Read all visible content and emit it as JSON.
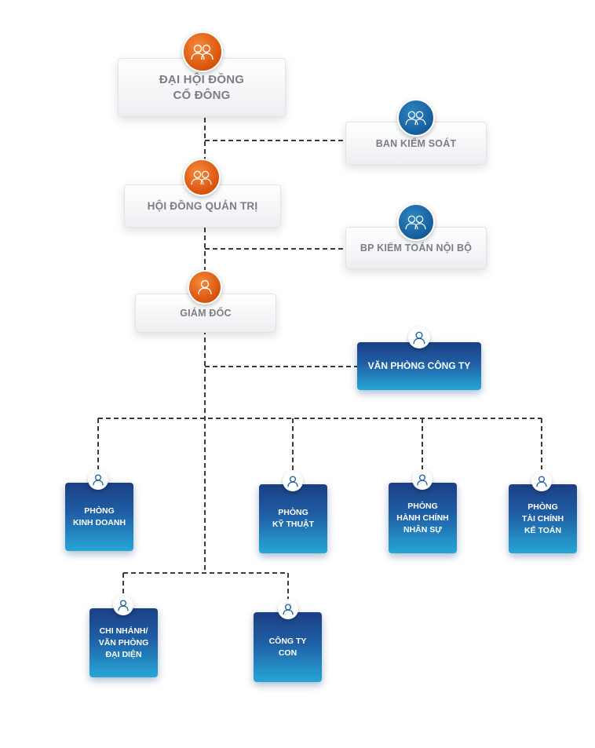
{
  "nodes": {
    "shareholders": "ĐẠI HỘI ĐỒNG\nCỔ ĐÔNG",
    "supervisory_board": "BAN KIỂM SOÁT",
    "board_of_directors": "HỘI ĐỒNG QUẢN TRỊ",
    "internal_audit": "BP KIỂM TOÁN NỘI BỘ",
    "director": "GIÁM ĐỐC",
    "company_office": "VĂN PHÒNG CÔNG TY",
    "sales_dept": "PHÒNG\nKINH DOANH",
    "technical_dept": "PHÒNG\nKỸ THUẬT",
    "admin_hr_dept": "PHÒNG\nHÀNH CHÍNH\nNHÂN SỰ",
    "finance_dept": "PHÒNG\nTÀI CHÍNH\nKẾ TOÁN",
    "branch_office": "CHI NHÁNH/\nVĂN PHÒNG\nĐẠI DIỆN",
    "subsidiary": "CÔNG TY\nCON"
  },
  "colors": {
    "accent_orange": "#e2600f",
    "accent_blue": "#1a6aae",
    "light_box_text": "#7b7f82",
    "connector": "#3a3a3a"
  },
  "icons": {
    "group": "group-people-icon",
    "person": "person-icon"
  }
}
